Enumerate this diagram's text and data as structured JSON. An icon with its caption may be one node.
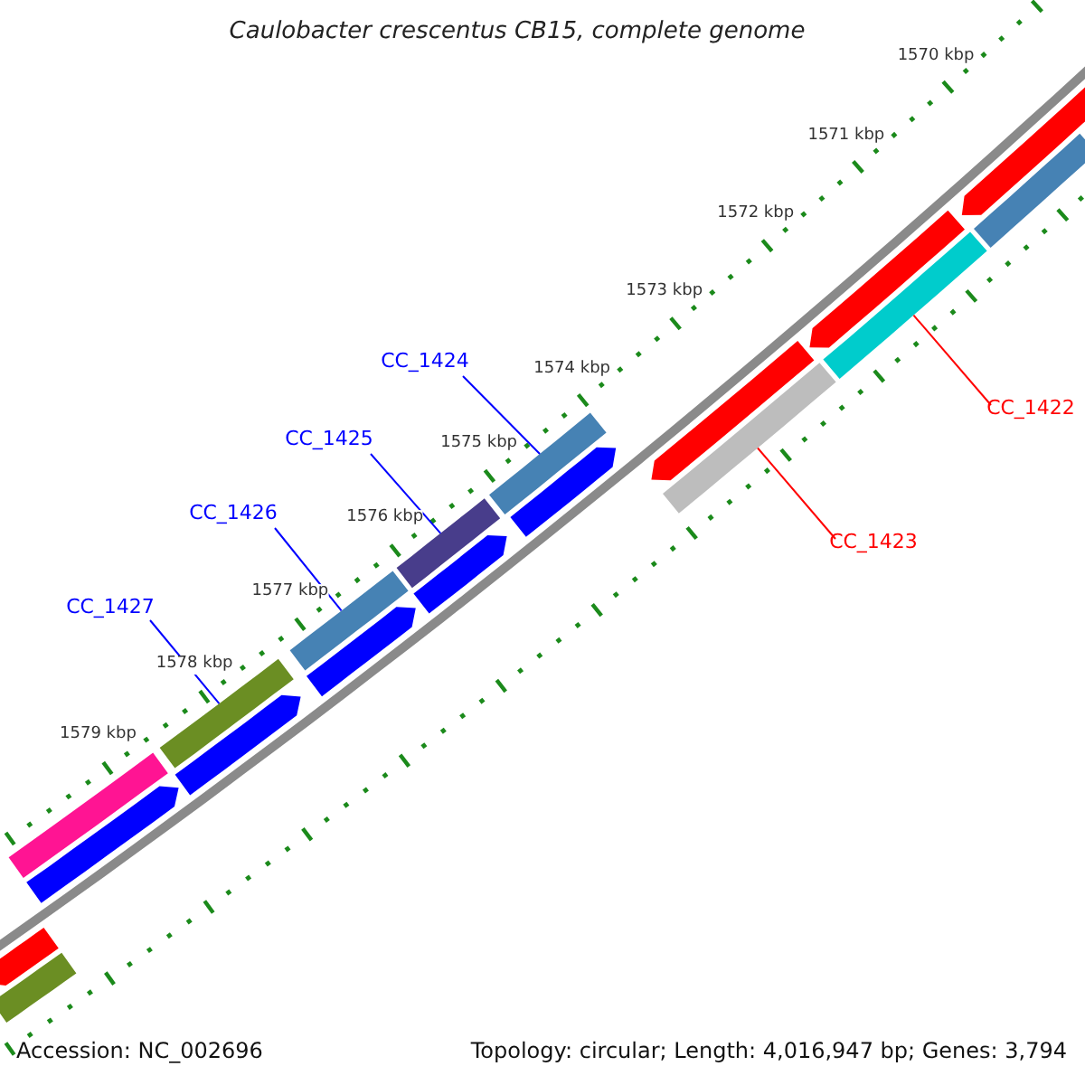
{
  "diagram": {
    "title": "Caulobacter crescentus CB15, complete genome",
    "nodes": [
      {
        "text": [
          "CC_1424"
        ]
      },
      {
        "text": [
          "CC_1422"
        ]
      },
      {
        "text": [
          "CC_1425"
        ]
      },
      {
        "text": [
          "CC_1426"
        ]
      },
      {
        "text": [
          "CC_1423"
        ]
      },
      {
        "text": [
          "CC_1427"
        ]
      },
      {
        "text": [],
        "shape": "bar"
      },
      {
        "text": [],
        "shape": "arrow"
      },
      {
        "text": [],
        "shape": "bar"
      },
      {
        "text": [],
        "shape": "arrow"
      },
      {
        "text": [],
        "shape": "bar"
      },
      {
        "text": [],
        "shape": "arrow"
      },
      {
        "text": [],
        "shape": "bar"
      },
      {
        "text": [],
        "shape": "arrow"
      },
      {
        "text": [],
        "shape": "bar"
      },
      {
        "text": [],
        "shape": "arrow"
      },
      {
        "text": [],
        "shape": "bar"
      },
      {
        "text": [],
        "shape": "arrow"
      },
      {
        "text": [],
        "shape": "arrow"
      },
      {
        "text": [],
        "shape": "bar"
      },
      {
        "text": [],
        "shape": "arrow"
      },
      {
        "text": [],
        "shape": "bar"
      },
      {
        "text": [],
        "shape": "arrow"
      },
      {
        "text": [],
        "shape": "bar"
      }
    ],
    "edges": [
      {
        "from": 0,
        "to": 16,
        "arrow": "none"
      },
      {
        "from": 1,
        "to": 21,
        "arrow": "none",
        "color": "#ff0000"
      },
      {
        "from": 2,
        "to": 14,
        "arrow": "none"
      },
      {
        "from": 3,
        "to": 12,
        "arrow": "none"
      },
      {
        "from": 4,
        "to": 19,
        "arrow": "none",
        "color": "#ff0000"
      },
      {
        "from": 5,
        "to": 10,
        "arrow": "none"
      }
    ],
    "labels": [
      "1570 kbp",
      "1571 kbp",
      "1572 kbp",
      "1573 kbp",
      "1574 kbp",
      "1575 kbp",
      "1576 kbp",
      "1577 kbp",
      "1578 kbp",
      "1579 kbp",
      "Accession: NC_002696",
      "Topology: circular; Length: 4,016,947 bp; Genes: 3,794"
    ]
  }
}
